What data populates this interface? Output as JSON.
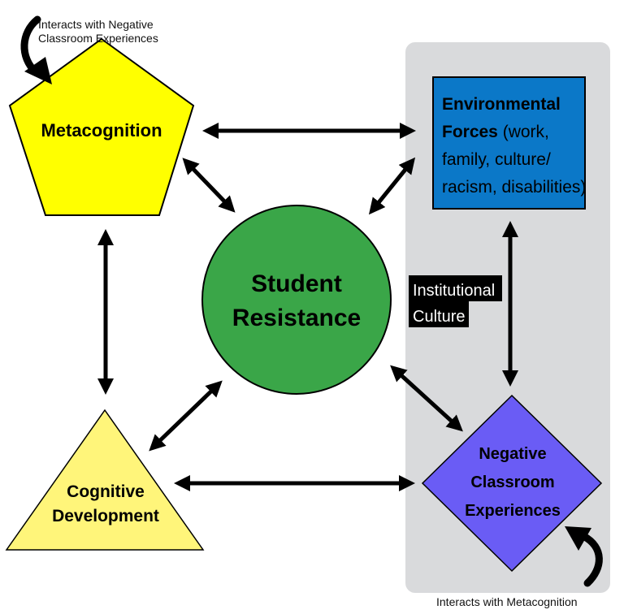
{
  "nodes": {
    "metacognition": {
      "label": "Metacognition",
      "color": "#ffff00"
    },
    "environmental": {
      "label_bold_1": "Environmental",
      "label_bold_2": "Forces",
      "label_rest_2": " (work,",
      "label_3": "family, culture/",
      "label_4": "racism, disabilities)",
      "color": "#0b78c8"
    },
    "student_resistance": {
      "line1": "Student",
      "line2": "Resistance",
      "color": "#3aa648"
    },
    "institutional_culture": {
      "line1": "Institutional",
      "line2": "Culture"
    },
    "cognitive_development": {
      "line1": "Cognitive",
      "line2": "Development",
      "color": "#fff57a"
    },
    "negative_classroom": {
      "line1": "Negative",
      "line2": "Classroom",
      "line3": "Experiences",
      "color": "#6a5cf5"
    }
  },
  "notes": {
    "top_left": {
      "line1": "Interacts with Negative",
      "line2": "Classroom Experiences"
    },
    "bottom_right": "Interacts with Metacognition"
  },
  "colors": {
    "panel": "#d9dadc",
    "arrow": "#000000"
  }
}
